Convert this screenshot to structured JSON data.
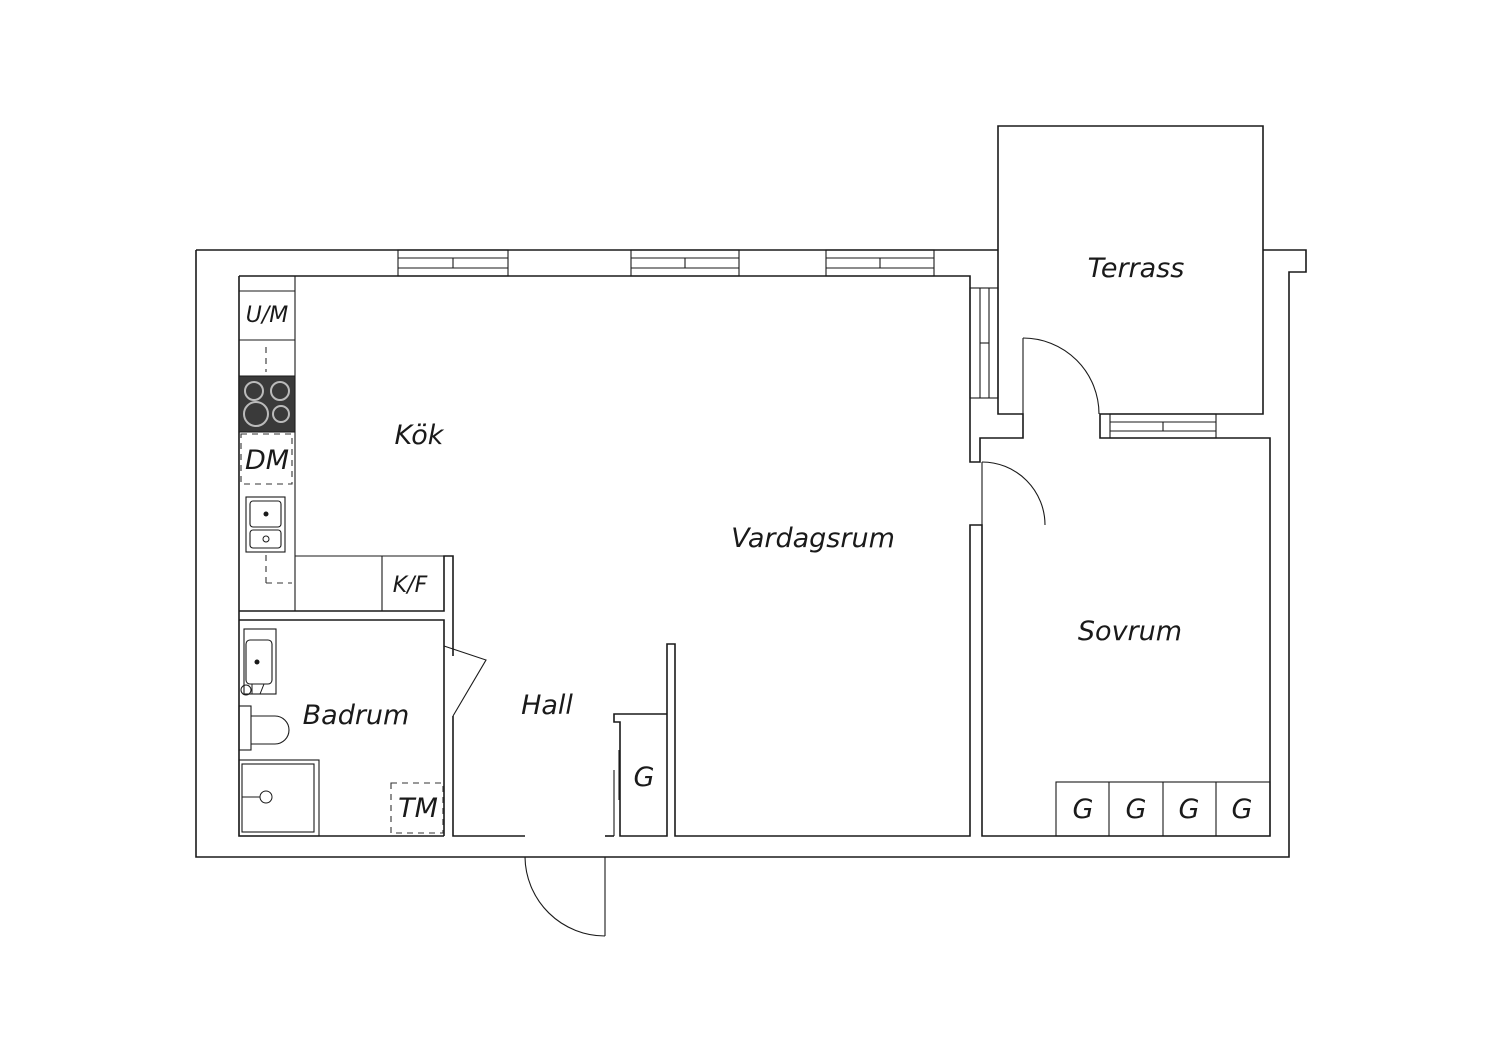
{
  "rooms": {
    "terrass": "Terrass",
    "kok": "Kök",
    "vardagsrum": "Vardagsrum",
    "sovrum": "Sovrum",
    "badrum": "Badrum",
    "hall": "Hall"
  },
  "fixtures": {
    "um": "U/M",
    "dm": "DM",
    "kf": "K/F",
    "tm": "TM",
    "hall_wardrobe": "G",
    "bedroom_wardrobes": [
      "G",
      "G",
      "G",
      "G"
    ]
  },
  "colors": {
    "line": "#1a1a1a",
    "stove": "#3a3a3a"
  }
}
